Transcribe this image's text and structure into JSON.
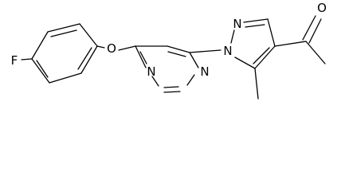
{
  "molecule": {
    "atoms": {
      "fluorine": "F",
      "ether_oxygen": "O",
      "pyrimidine_n1": "N",
      "pyrimidine_n3": "N",
      "pyrazole_n1": "N",
      "pyrazole_n2": "N",
      "carbonyl_oxygen": "O"
    }
  }
}
